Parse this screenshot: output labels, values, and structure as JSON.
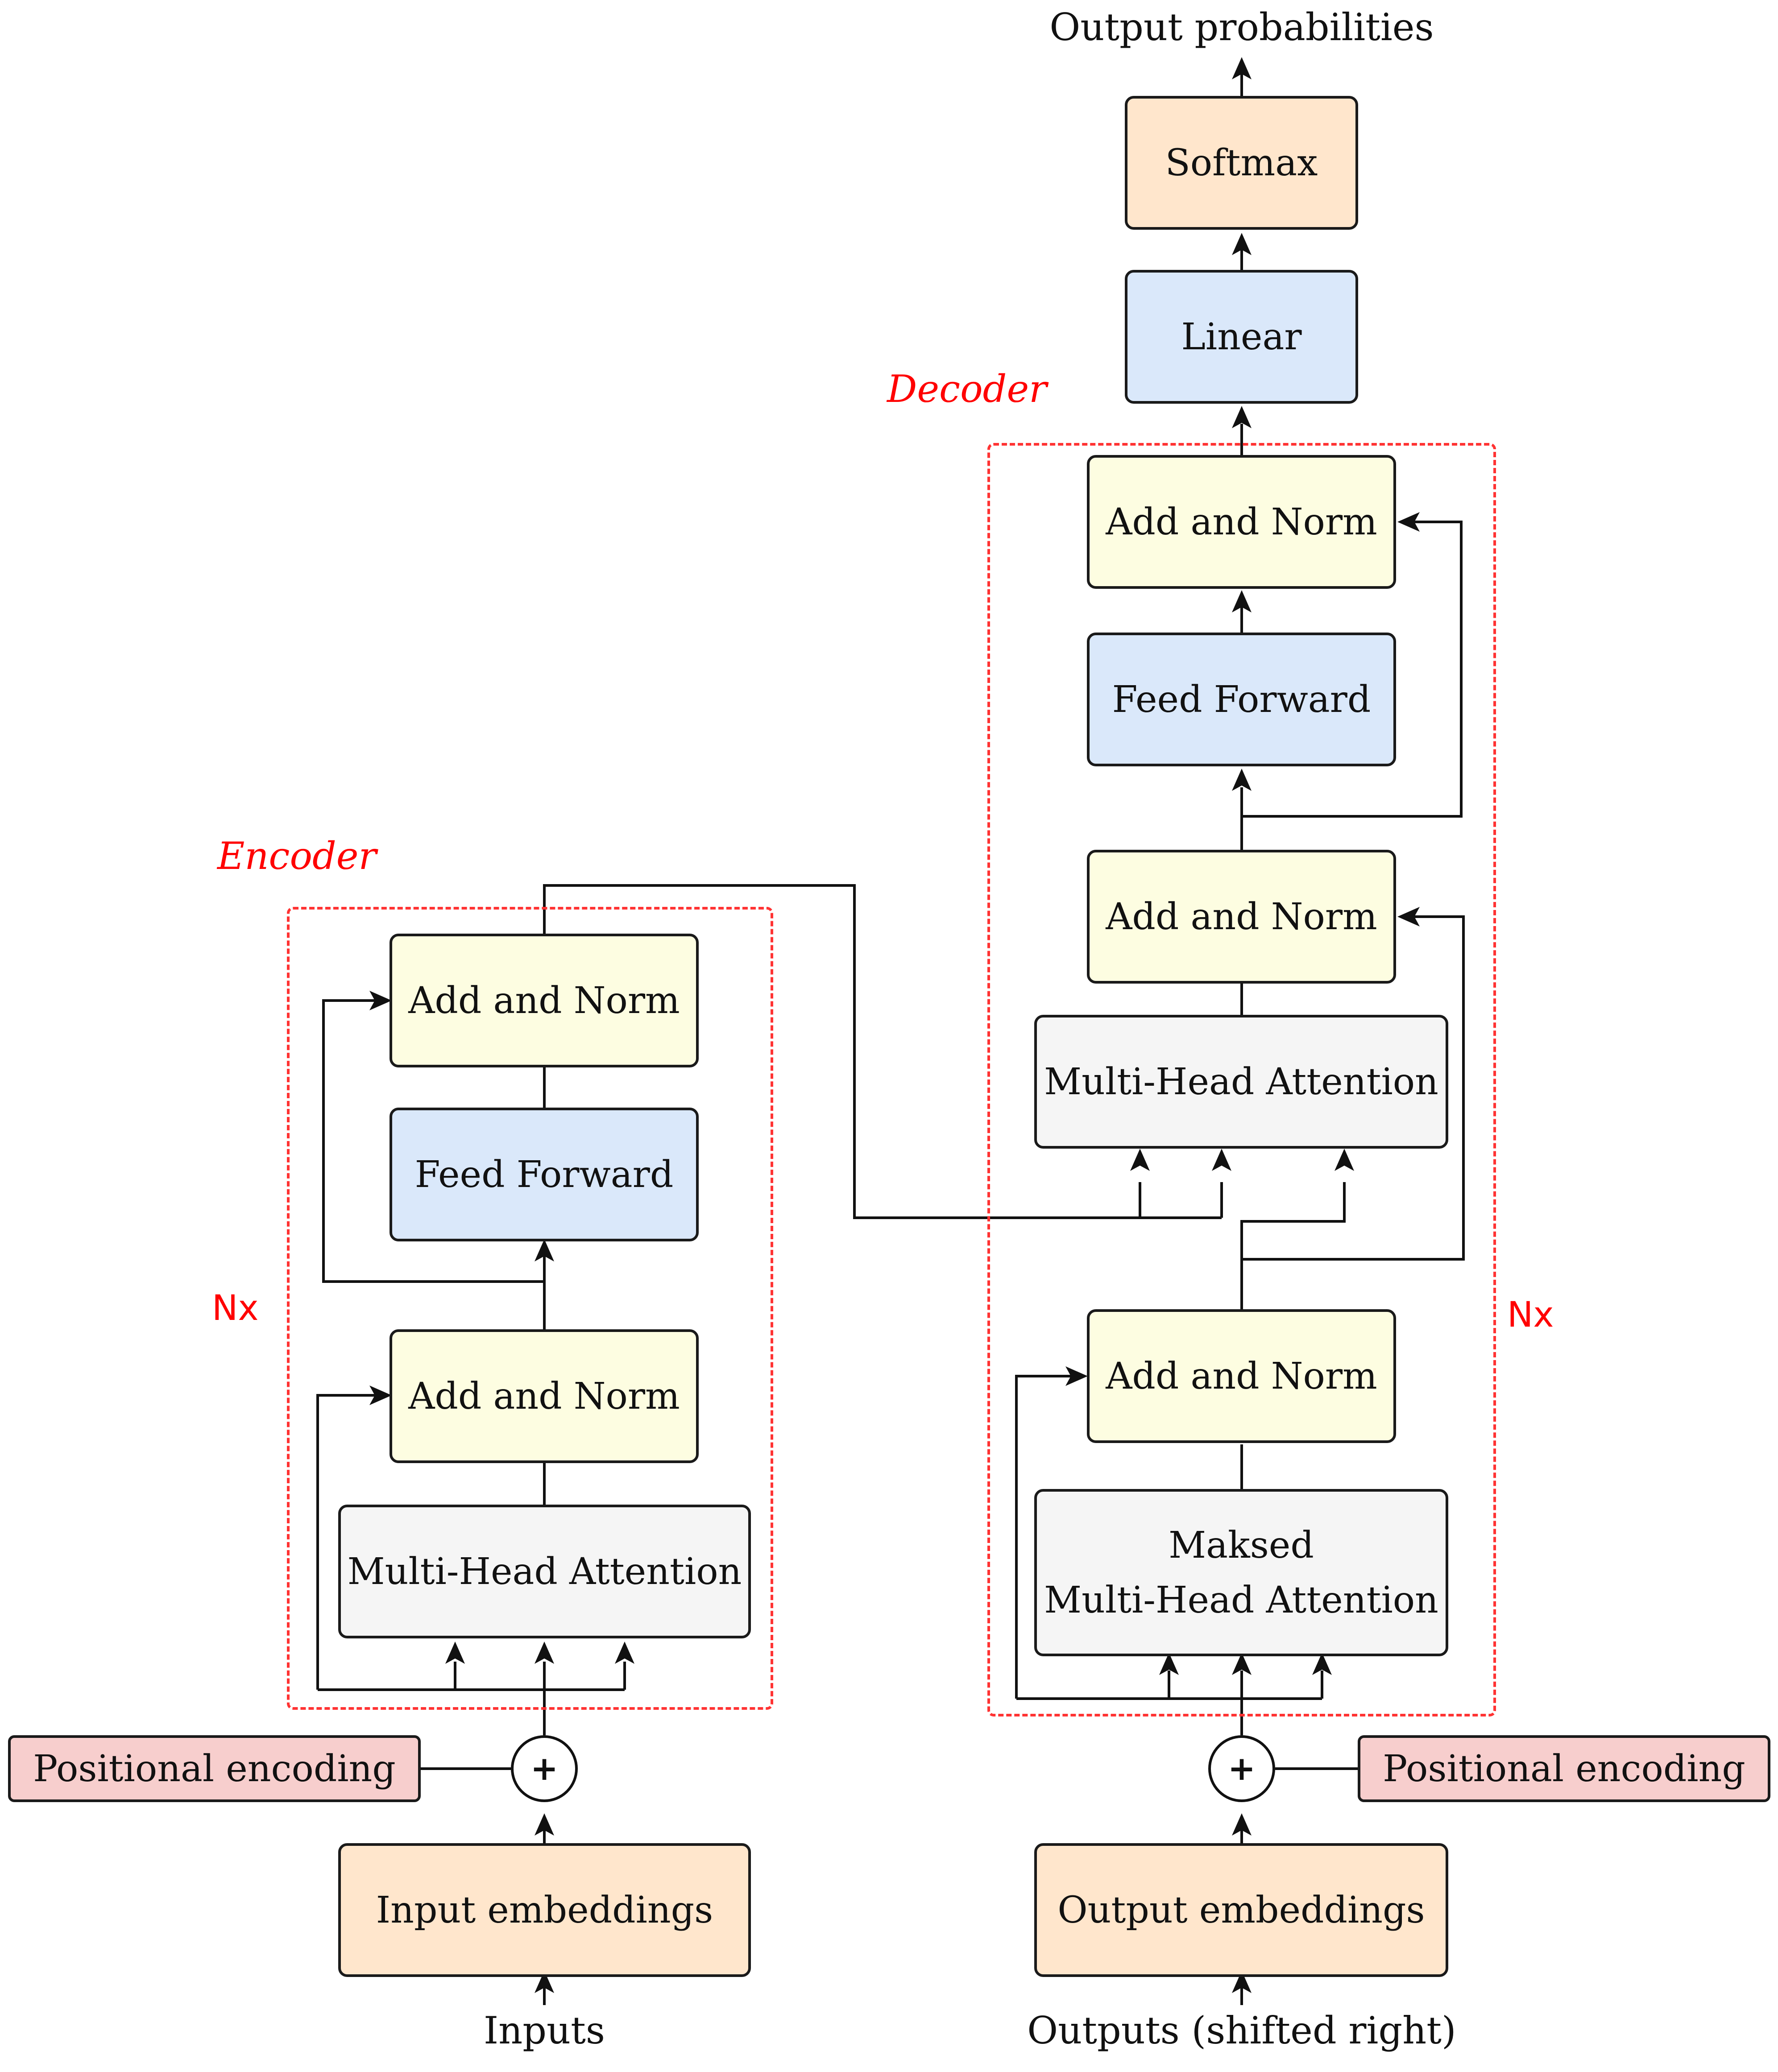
{
  "encoder": {
    "title": "Encoder",
    "repeat": "Nx",
    "add_norm_top": "Add and Norm",
    "feed_forward": "Feed Forward",
    "add_norm_bottom": "Add and Norm",
    "attention": "Multi-Head Attention",
    "positional_encoding": "Positional encoding",
    "sum_symbol": "+",
    "embeddings": "Input embeddings",
    "input_label": "Inputs"
  },
  "decoder": {
    "title": "Decoder",
    "repeat": "Nx",
    "add_norm_top": "Add and Norm",
    "feed_forward": "Feed Forward",
    "add_norm_middle": "Add and Norm",
    "cross_attention": "Multi-Head Attention",
    "add_norm_bottom": "Add and Norm",
    "masked_attention_line1": "Maksed",
    "masked_attention_line2": "Multi-Head Attention",
    "positional_encoding": "Positional encoding",
    "sum_symbol": "+",
    "embeddings": "Output embeddings",
    "input_label": "Outputs (shifted right)"
  },
  "head": {
    "linear": "Linear",
    "softmax": "Softmax",
    "output_label": "Output probabilities"
  },
  "colors": {
    "add_norm": "#fdfde1",
    "feed_forward": "#dae8fa",
    "attention": "#f5f5f5",
    "embedding": "#ffe6cc",
    "positional": "#f7cecd",
    "frame": "#ff3333",
    "line": "#111111"
  }
}
